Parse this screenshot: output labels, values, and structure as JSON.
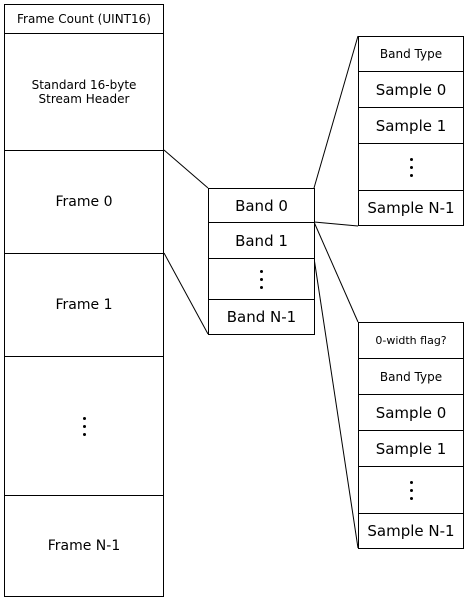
{
  "stream": {
    "frame_count": "Frame Count (UINT16)",
    "header_line1": "Standard 16-byte",
    "header_line2": "Stream Header",
    "frame_0": "Frame 0",
    "frame_1": "Frame 1",
    "frame_last": "Frame N-1"
  },
  "frame": {
    "band_0": "Band 0",
    "band_1": "Band 1",
    "band_last": "Band N-1"
  },
  "band0_detail": {
    "band_type": "Band Type",
    "sample_0": "Sample 0",
    "sample_1": "Sample 1",
    "sample_last": "Sample N-1"
  },
  "band1_detail": {
    "zero_width_flag": "0-width flag?",
    "band_type": "Band Type",
    "sample_0": "Sample 0",
    "sample_1": "Sample 1",
    "sample_last": "Sample N-1"
  },
  "colors": {
    "stroke": "#000000",
    "background": "#ffffff"
  },
  "icons": {
    "ellipsis": "vertical-ellipsis-icon"
  }
}
